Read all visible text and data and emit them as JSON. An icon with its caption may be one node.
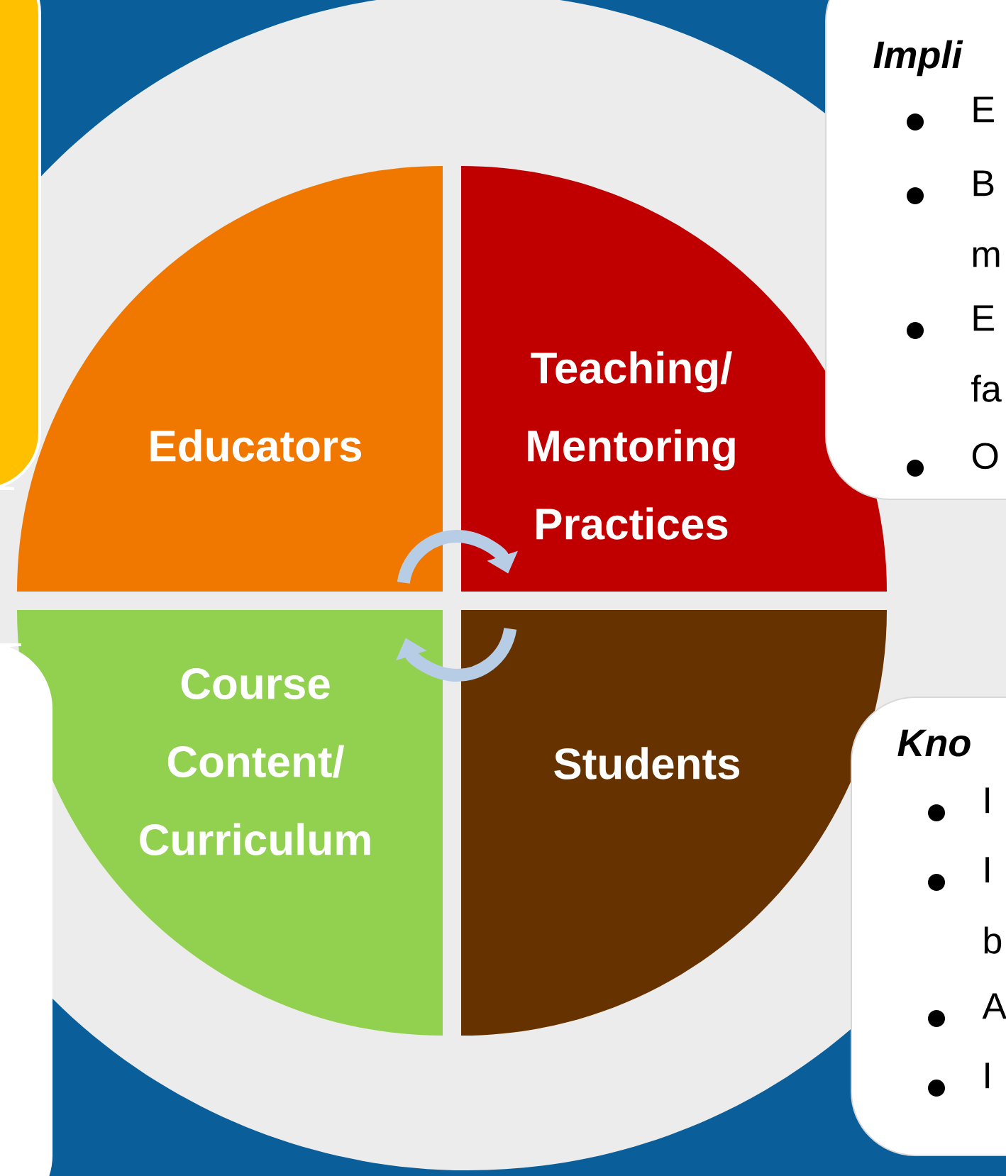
{
  "diagram": {
    "nodes": [
      {
        "text": [],
        "shape": "box"
      },
      {
        "text": [],
        "shape": "box"
      },
      {
        "text": [
          "Impli",
          "E",
          "B m",
          "E fa",
          "O"
        ]
      },
      {
        "text": [
          "Kno",
          "I",
          "I b",
          "A",
          "I"
        ]
      },
      {
        "text": [],
        "shape": "circle"
      },
      {
        "text": [
          "Educators"
        ],
        "in": 4
      },
      {
        "text": [
          "Teaching/ Mentoring Practices"
        ],
        "in": 4
      },
      {
        "text": [
          "Course Content/ Curriculum"
        ],
        "in": 4
      },
      {
        "text": [
          "Students"
        ],
        "in": 4
      }
    ],
    "edges": [
      {
        "from": 5,
        "to": 6,
        "arrow": "to",
        "color": "#b7cde6"
      },
      {
        "from": 8,
        "to": 7,
        "arrow": "to",
        "color": "#b7cde6"
      }
    ]
  }
}
